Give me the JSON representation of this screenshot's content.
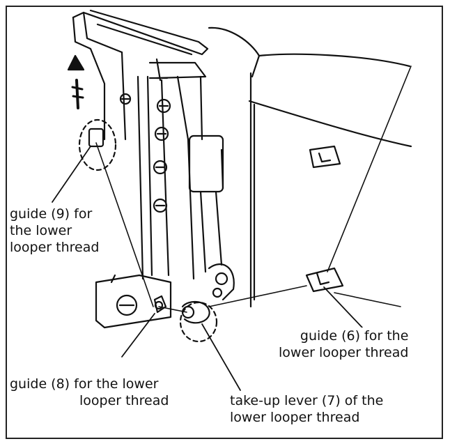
{
  "labels": {
    "guide9": "guide (9) for\nthe lower\nlooper thread",
    "guide6": "guide (6) for the\nlower looper thread",
    "guide8_line1": "guide (8) for the lower",
    "guide8_line2": "looper thread",
    "takeup7": "take-up lever (7) of the\nlower looper thread"
  },
  "colors": {
    "ink": "#111111",
    "paper": "#ffffff",
    "frame": "#222222"
  }
}
